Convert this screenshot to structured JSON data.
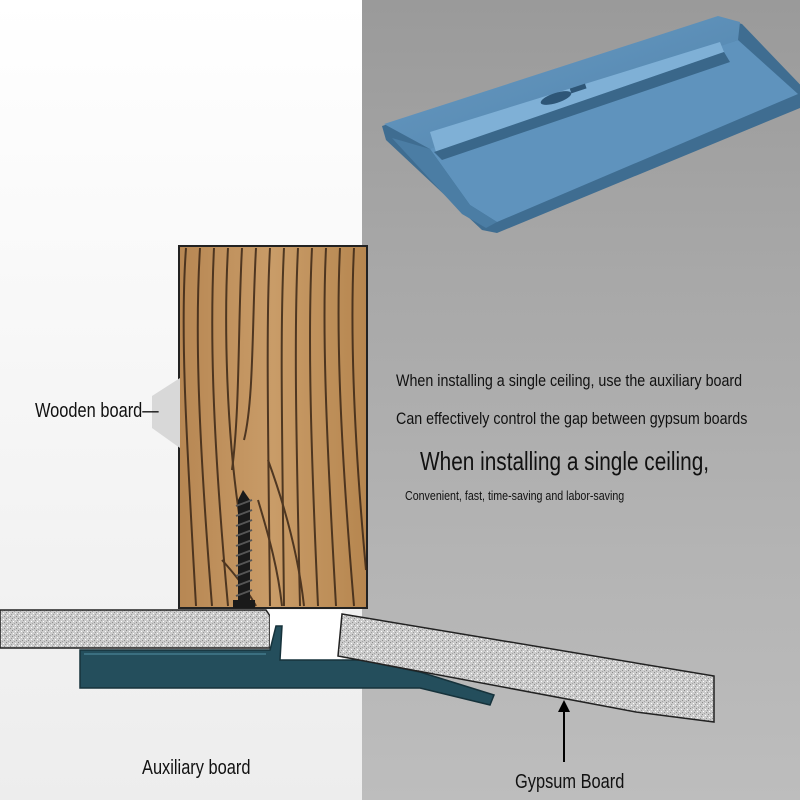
{
  "labels": {
    "wooden_board": "Wooden board—",
    "auxiliary_board": "Auxiliary board",
    "gypsum_board": "Gypsum Board"
  },
  "text_block": {
    "line1": "When installing a single ceiling, use the auxiliary board",
    "line2": "Can effectively control the gap between gypsum boards",
    "line3": "When installing a single ceiling,",
    "line4": "Convenient, fast, time-saving and labor-saving"
  },
  "colors": {
    "product_blue": "#5b8db5",
    "auxiliary_board": "#244e5c",
    "wood": "#c1945f",
    "grain": "#3a2616",
    "gypsum": "#c9c9c9",
    "background_right": "#aaaaaa",
    "background_left": "#ffffff"
  }
}
